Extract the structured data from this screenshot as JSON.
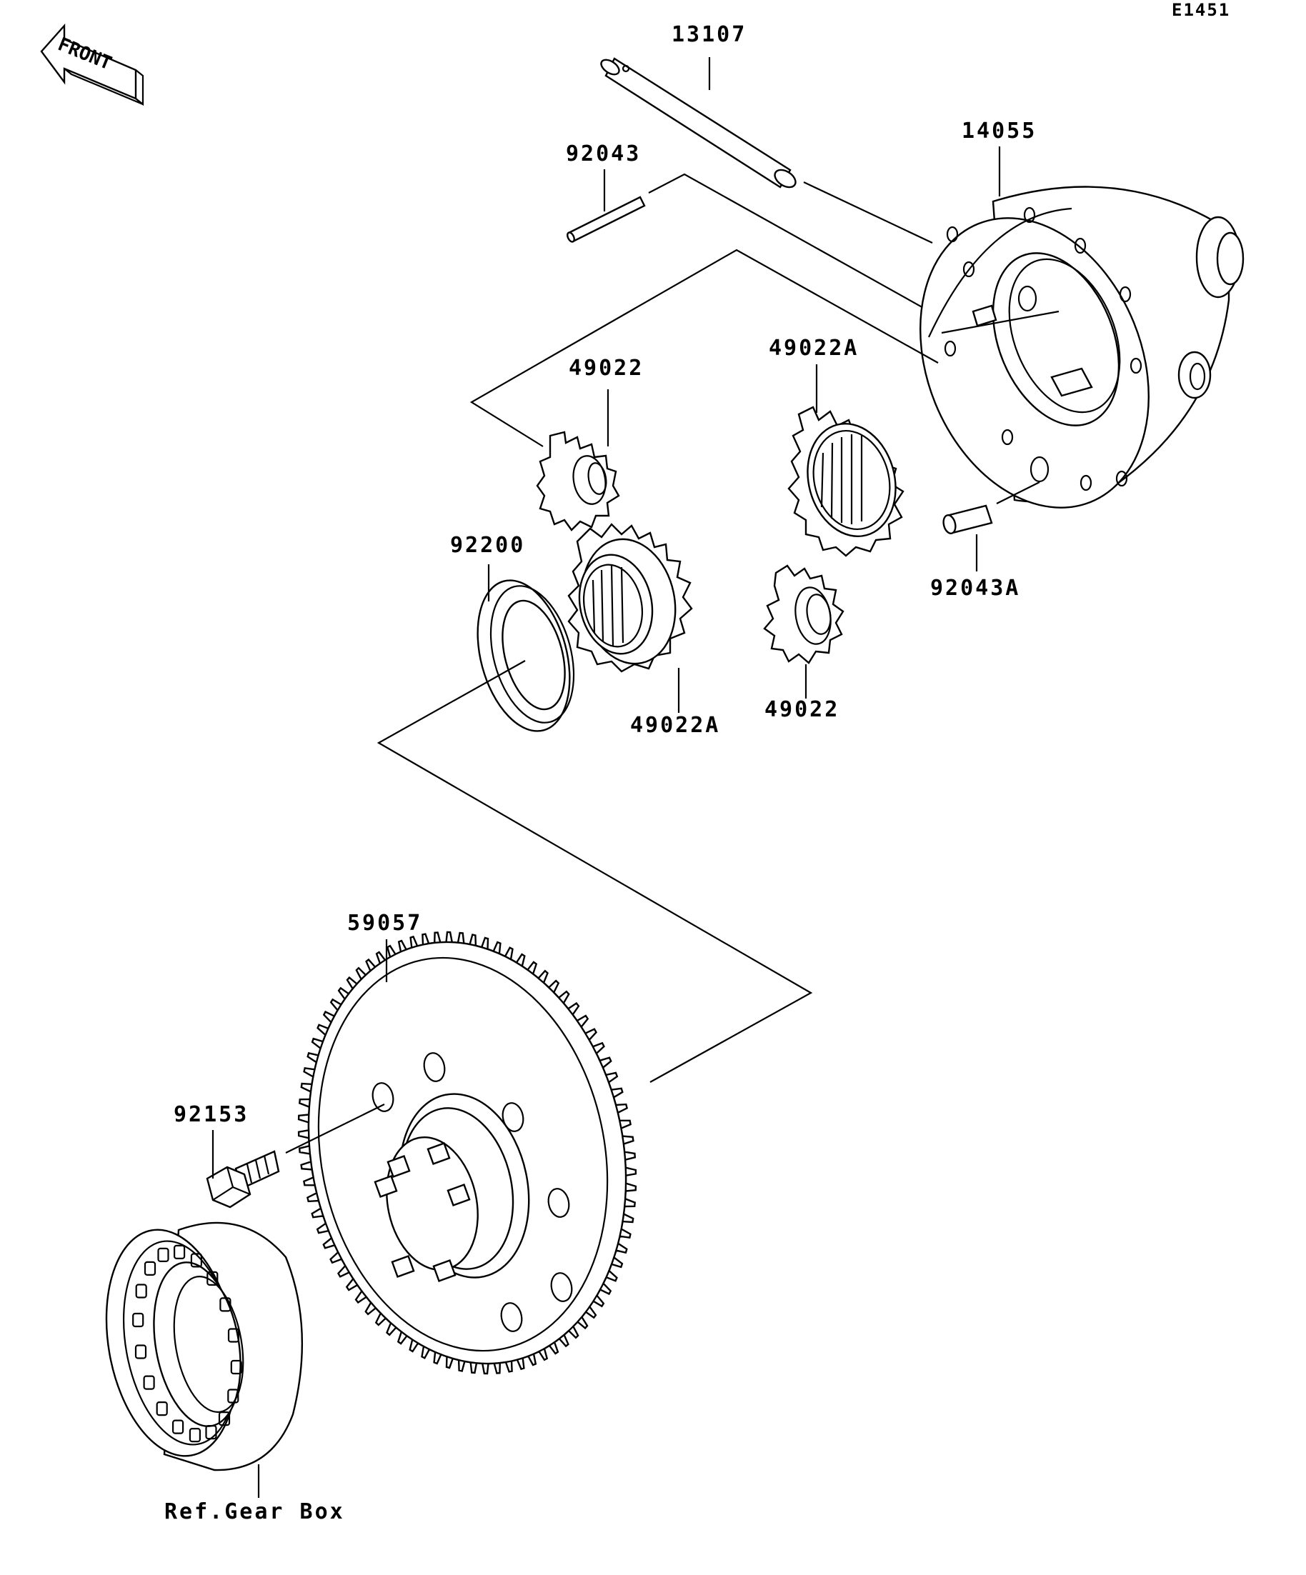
{
  "diagram_code": "E1451",
  "front_label": "FRONT",
  "parts": {
    "shaft": "13107",
    "pin_small": "92043",
    "case": "14055",
    "pinion_upper": "49022",
    "side_gear_upper": "49022A",
    "washer": "92200",
    "side_gear_lower": "49022A",
    "pinion_lower": "49022",
    "pin_case": "92043A",
    "ring_gear": "59057",
    "bolt": "92153",
    "bearing_ref": "Ref.Gear Box"
  }
}
